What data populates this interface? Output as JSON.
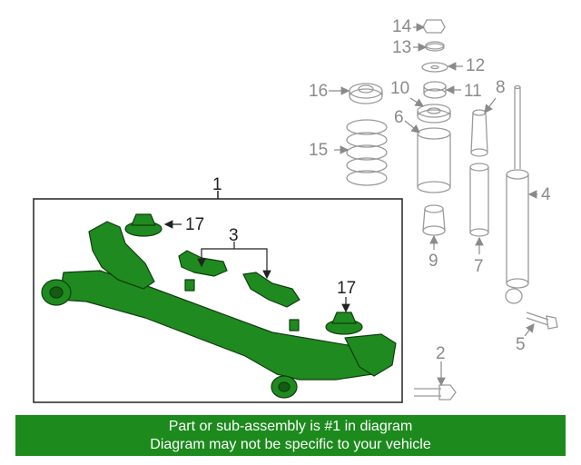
{
  "callouts": {
    "c1": "1",
    "c2": "2",
    "c3": "3",
    "c4": "4",
    "c5": "5",
    "c6": "6",
    "c7": "7",
    "c8": "8",
    "c9": "9",
    "c10": "10",
    "c11": "11",
    "c12": "12",
    "c13": "13",
    "c14": "14",
    "c15": "15",
    "c16": "16",
    "c17a": "17",
    "c17b": "17"
  },
  "banner": {
    "line1": "Part or sub-assembly is #1 in diagram",
    "line2": "Diagram may not be specific to your vehicle"
  },
  "colors": {
    "highlight": "#1f8a1f",
    "banner": "#1c8a1c",
    "grey_line": "#9a9a9a",
    "dark_line": "#222222"
  }
}
